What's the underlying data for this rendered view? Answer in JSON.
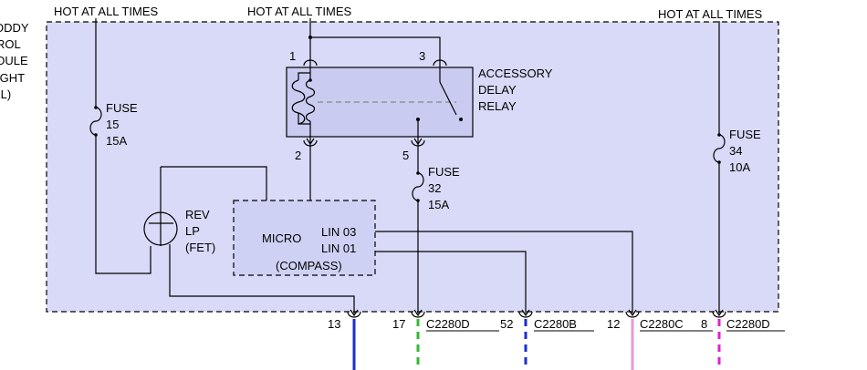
{
  "module_label_fragments": [
    "ODDY",
    "ROL",
    "DULE",
    "IGHT",
    "EL)"
  ],
  "hot_labels": {
    "left": "HOT AT ALL TIMES",
    "center": "HOT AT ALL TIMES",
    "right": "HOT AT ALL TIMES"
  },
  "relay": {
    "name_lines": [
      "ACCESSORY",
      "DELAY",
      "RELAY"
    ],
    "pins": {
      "p1": "1",
      "p2": "2",
      "p3": "3",
      "p5": "5"
    }
  },
  "fuses": {
    "f15": {
      "lines": [
        "FUSE",
        "15",
        "15A"
      ]
    },
    "f32": {
      "lines": [
        "FUSE",
        "32",
        "15A"
      ]
    },
    "f34": {
      "lines": [
        "FUSE",
        "34",
        "10A"
      ]
    }
  },
  "rev_lamp": {
    "lines": [
      "REV",
      "LP",
      "(FET)"
    ]
  },
  "micro": {
    "title": "MICRO",
    "lin03": "LIN 03",
    "lin01": "LIN 01",
    "subtitle": "(COMPASS)"
  },
  "connectors": [
    {
      "pin": "13",
      "name": "",
      "wire_color": "#1a2fd0"
    },
    {
      "pin": "17",
      "name": "C2280D",
      "wire_color": "#33b833"
    },
    {
      "pin": "52",
      "name": "C2280B",
      "wire_color": "#1a2fd0"
    },
    {
      "pin": "12",
      "name": "C2280C",
      "wire_color": "#e59ad8"
    },
    {
      "pin": "8",
      "name": "C2280D",
      "wire_color": "#e020d0"
    }
  ],
  "colors": {
    "module_fill": "#d9daf7",
    "relay_fill": "#c9cbf0",
    "micro_fill": "#cfd1f4"
  }
}
